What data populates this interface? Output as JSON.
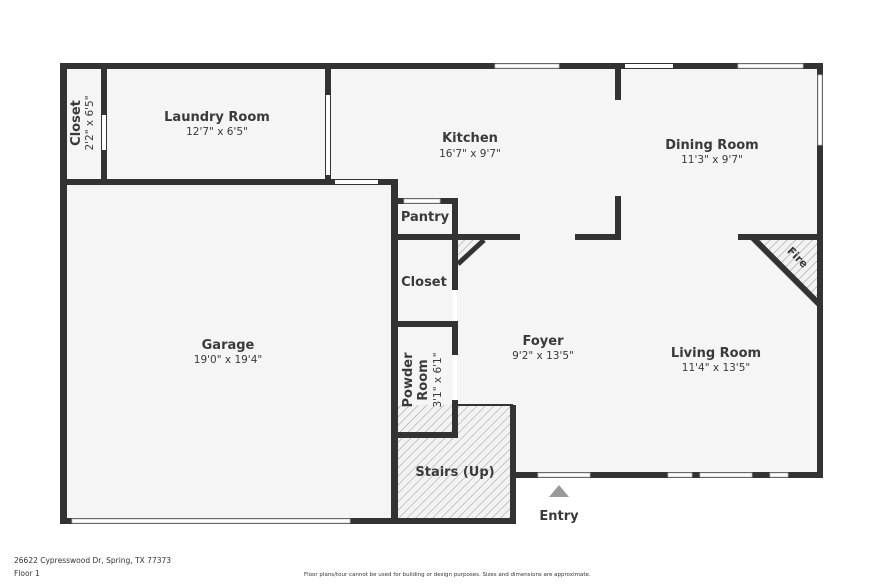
{
  "rooms": [
    {
      "id": "closet1",
      "name": "Closet",
      "dims": "2'2\" x 6'5\""
    },
    {
      "id": "laundry",
      "name": "Laundry Room",
      "dims": "12'7\" x 6'5\""
    },
    {
      "id": "kitchen",
      "name": "Kitchen",
      "dims": "16'7\" x 9'7\""
    },
    {
      "id": "dining",
      "name": "Dining Room",
      "dims": "11'3\" x 9'7\""
    },
    {
      "id": "pantry",
      "name": "Pantry",
      "dims": ""
    },
    {
      "id": "closet2",
      "name": "Closet",
      "dims": ""
    },
    {
      "id": "garage",
      "name": "Garage",
      "dims": "19'0\" x 19'4\""
    },
    {
      "id": "foyer",
      "name": "Foyer",
      "dims": "9'2\" x 13'5\""
    },
    {
      "id": "living",
      "name": "Living Room",
      "dims": "11'4\" x 13'5\""
    },
    {
      "id": "powder",
      "name": "Powder",
      "name2": "Room",
      "dims": "3'1\" x 6'1\""
    },
    {
      "id": "stairs",
      "name": "Stairs (Up)",
      "dims": ""
    },
    {
      "id": "fire",
      "name": "Fire",
      "dims": ""
    }
  ],
  "entry_label": "Entry",
  "footer": {
    "address": "26622 Cypresswood Dr, Spring, TX 77373",
    "floor": "Floor 1",
    "disclaimer": "Floor plans/tour cannot be used for building or design purposes. Sizes and dimensions are approximate."
  },
  "colors": {
    "wall": "#333333",
    "floor": "#f5f5f5"
  }
}
